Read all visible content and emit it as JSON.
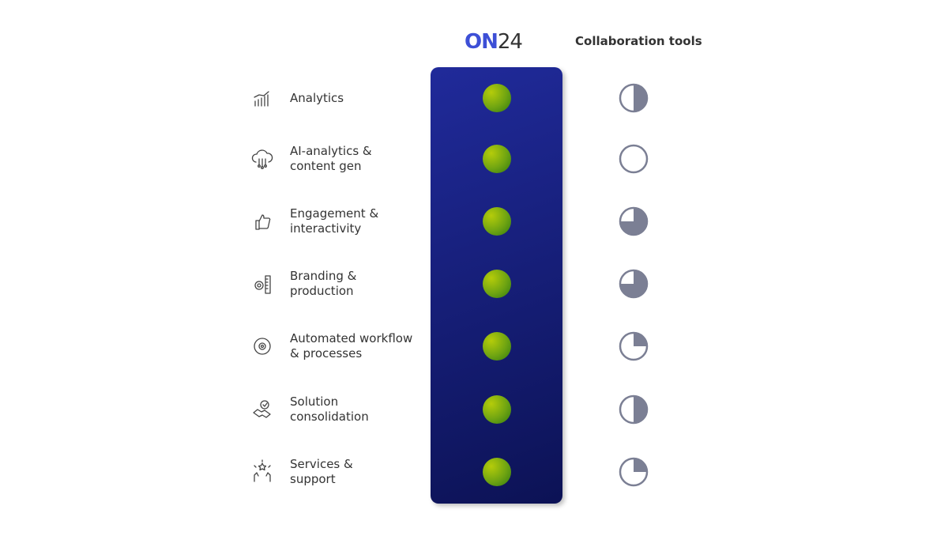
{
  "header": {
    "logo_on": "ON",
    "logo_24": "24",
    "comparison_title": "Collaboration tools"
  },
  "colors": {
    "panel": "#141d7a",
    "dot": "#7aad10",
    "harvey": "#7b7f94",
    "logo": "#3d4fd6"
  },
  "rows": [
    {
      "label_lines": [
        "Analytics"
      ],
      "icon": "analytics-chart-icon",
      "on24": "full",
      "collab_score": 0.5
    },
    {
      "label_lines": [
        "AI-analytics &",
        "content gen"
      ],
      "icon": "ai-cloud-icon",
      "on24": "full",
      "collab_score": 0
    },
    {
      "label_lines": [
        "Engagement &",
        "interactivity"
      ],
      "icon": "thumbs-up-icon",
      "on24": "full",
      "collab_score": 0.75
    },
    {
      "label_lines": [
        "Branding &",
        "production"
      ],
      "icon": "gear-ruler-icon",
      "on24": "full",
      "collab_score": 0.75
    },
    {
      "label_lines": [
        "Automated workflow",
        "& processes"
      ],
      "icon": "workflow-gear-icon",
      "on24": "full",
      "collab_score": 0.25
    },
    {
      "label_lines": [
        "Solution",
        "consolidation"
      ],
      "icon": "handshake-check-icon",
      "on24": "full",
      "collab_score": 0.5
    },
    {
      "label_lines": [
        "Services &",
        "support"
      ],
      "icon": "support-hands-icon",
      "on24": "full",
      "collab_score": 0.25
    }
  ]
}
